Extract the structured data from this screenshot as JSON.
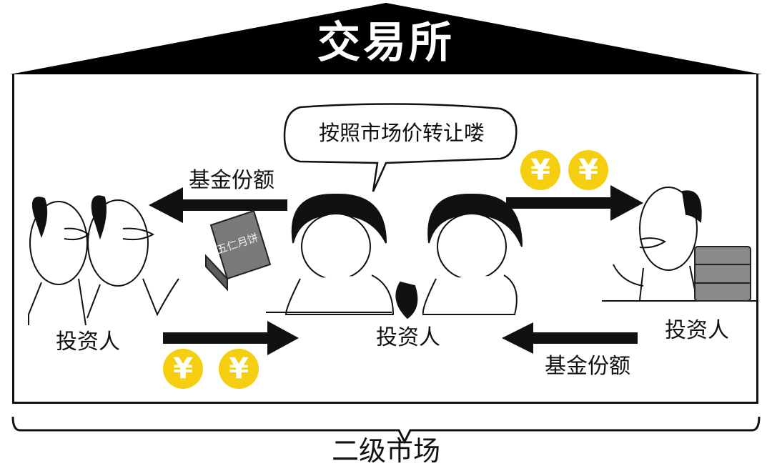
{
  "roof": {
    "title": "交易所",
    "color": "#000000"
  },
  "speech_bubble": {
    "text": "按照市场价转让喽"
  },
  "left_flow": {
    "top_arrow_label": "基金份额",
    "top_arrow_direction": "left",
    "bottom_arrow_direction": "right",
    "coins": [
      "¥",
      "¥"
    ],
    "investor_label": "投资人"
  },
  "center": {
    "investor_label": "投资人",
    "book_label": "五仁月饼"
  },
  "right_flow": {
    "top_arrow_direction": "right",
    "coins": [
      "¥",
      "¥"
    ],
    "bottom_arrow_label": "基金份额",
    "bottom_arrow_direction": "left",
    "investor_label": "投资人"
  },
  "bottom_brace": {
    "label": "二级市场"
  },
  "colors": {
    "coin": "#f5cf0f",
    "coin_symbol": "#ffffff",
    "ink": "#111111",
    "box_grey": "#777777"
  }
}
